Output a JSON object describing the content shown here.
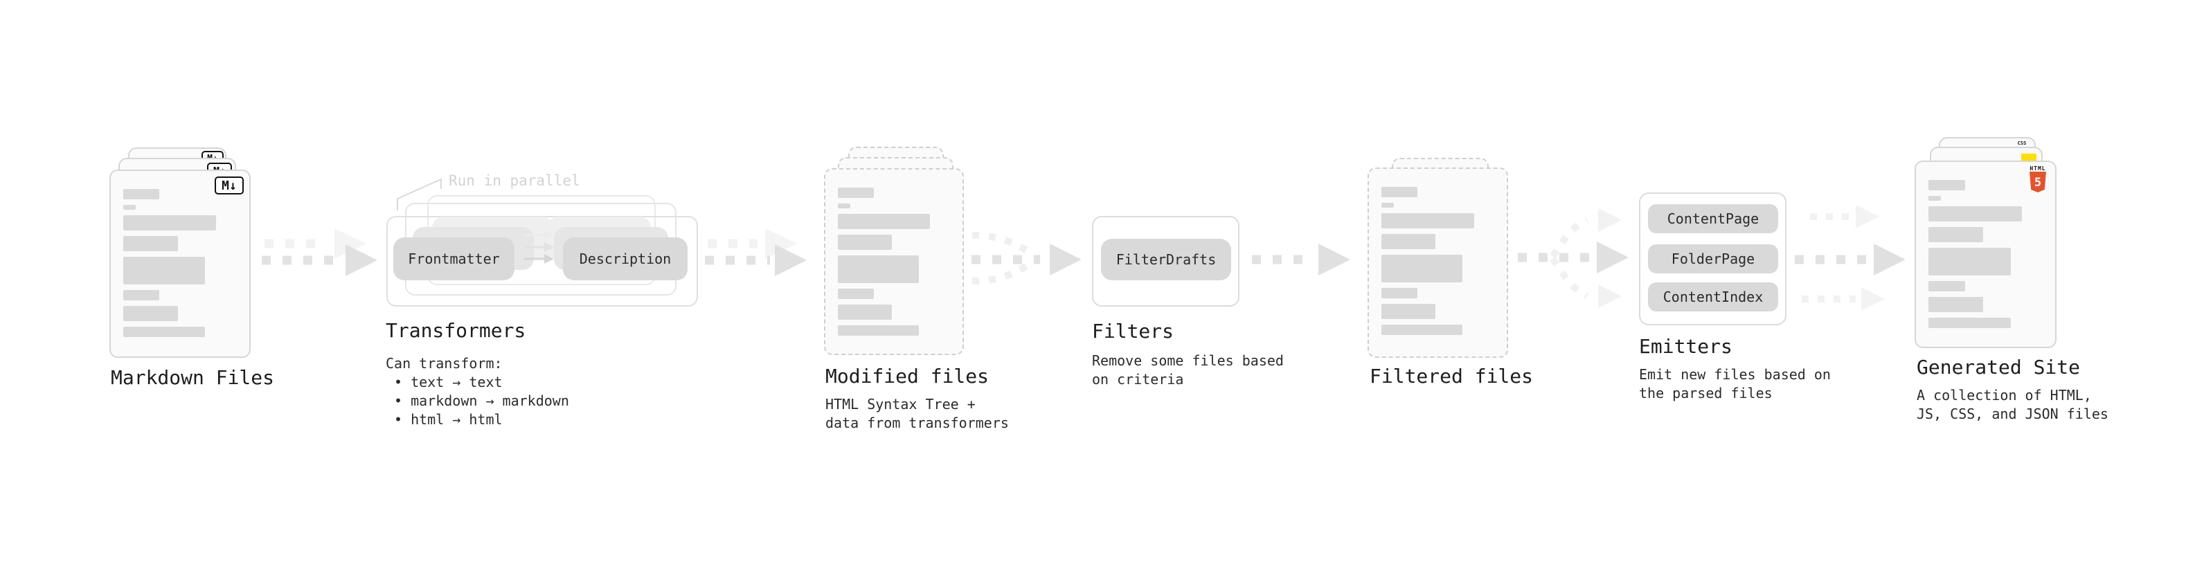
{
  "stages": {
    "markdown_files": {
      "label": "Markdown Files",
      "file_badge": "M↓"
    },
    "transformers": {
      "label": "Transformers",
      "parallel_note": "Run in parallel",
      "pill_left": "Frontmatter",
      "pill_right": "Description",
      "desc": [
        "Can transform:",
        "• text → text",
        "• markdown → markdown",
        "• html → html"
      ]
    },
    "modified_files": {
      "label": "Modified files",
      "sub": [
        "HTML Syntax Tree +",
        "data from transformers"
      ]
    },
    "filters": {
      "label": "Filters",
      "pill": "FilterDrafts",
      "sub": [
        "Remove some files based",
        "on criteria"
      ]
    },
    "filtered_files": {
      "label": "Filtered files"
    },
    "emitters": {
      "label": "Emitters",
      "pills": [
        "ContentPage",
        "FolderPage",
        "ContentIndex"
      ],
      "sub": [
        "Emit new files based on",
        "the parsed files"
      ]
    },
    "generated_site": {
      "label": "Generated Site",
      "sub": [
        "A collection of HTML,",
        "JS, CSS, and JSON files"
      ],
      "badge_html_text": "HTML",
      "badge_html_number": "5",
      "badge_css_text": "CSS"
    }
  },
  "doc_bars": [
    {
      "w": 32,
      "h": 15
    },
    {
      "w": 11,
      "h": 7
    },
    {
      "w": 82,
      "h": 22
    },
    {
      "w": 48,
      "h": 22
    },
    {
      "w": 72,
      "h": 40
    },
    {
      "w": 32,
      "h": 15
    },
    {
      "w": 48,
      "h": 22
    },
    {
      "w": 72,
      "h": 15
    }
  ],
  "colors": {
    "bar_gray": "#d9d9d9",
    "pill_gray": "#d9d9d9",
    "arrow_gray": "#e2e2e2",
    "arrow_light": "#f2f2f2",
    "card_border": "#d6d6d6",
    "dashed_border": "#cfcfcf",
    "html5_orange": "#e5532c",
    "js_yellow": "#ffdf00",
    "css_blue": "#2965f1",
    "text_dark": "#1d1d1d",
    "note_gray": "#d2d2d2"
  }
}
